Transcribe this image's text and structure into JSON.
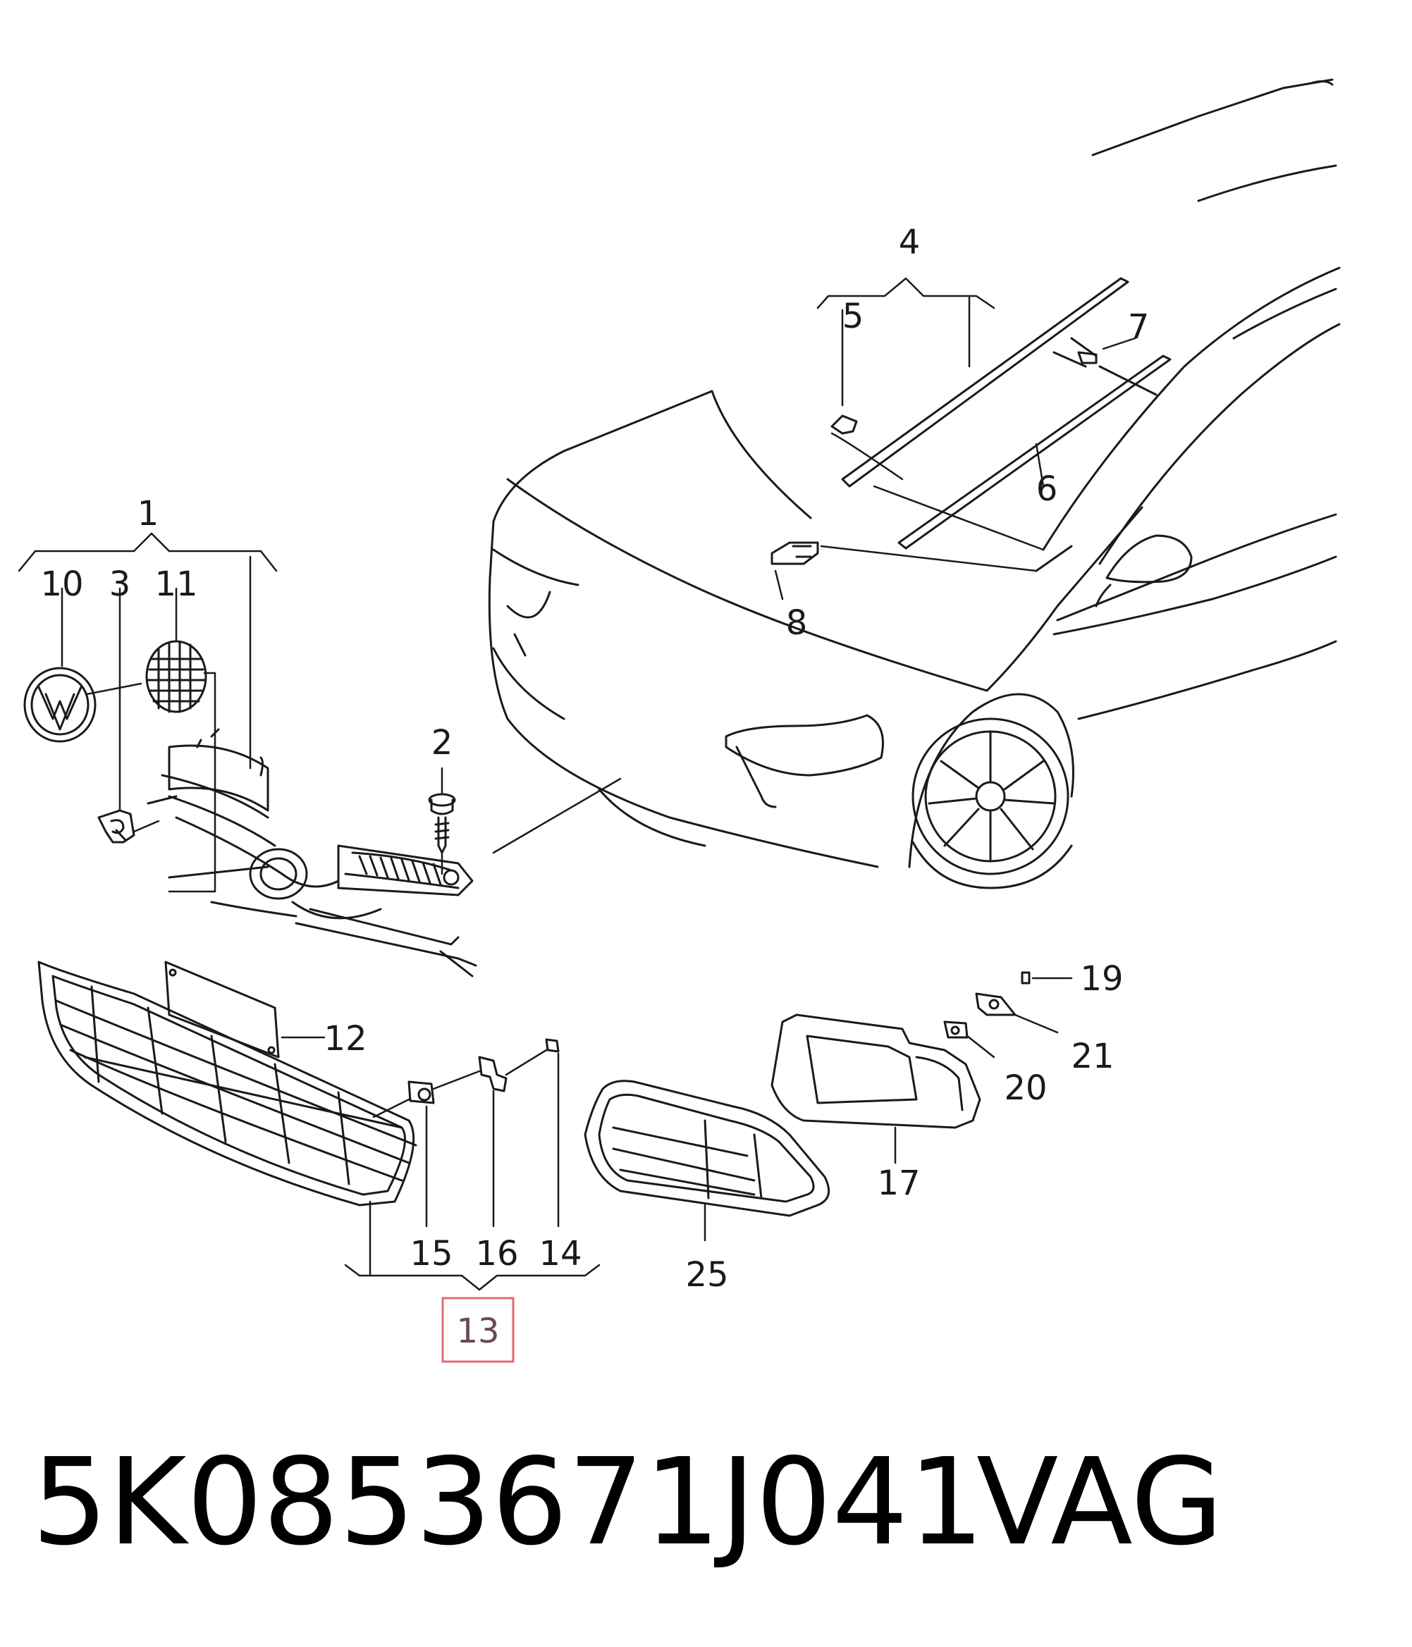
{
  "diagram": {
    "callouts": {
      "c1": "1",
      "c2": "2",
      "c3": "3",
      "c4": "4",
      "c5": "5",
      "c6": "6",
      "c7": "7",
      "c8": "8",
      "c10": "10",
      "c11": "11",
      "c12": "12",
      "c13": "13",
      "c14": "14",
      "c15": "15",
      "c16": "16",
      "c17": "17",
      "c19": "19",
      "c20": "20",
      "c21": "21",
      "c25": "25"
    },
    "highlighted_callout": "13",
    "highlight_color": "#e06a78"
  },
  "footer": {
    "part_number": "5K0853671J041",
    "brand": "VAG"
  }
}
